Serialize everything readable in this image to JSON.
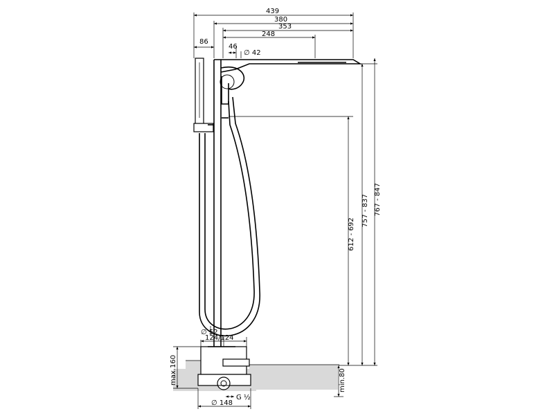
{
  "dimensions": {
    "d439": "439",
    "d380": "380",
    "d353": "353",
    "d248": "248",
    "d86": "86",
    "d46": "46",
    "d42": "∅ 42",
    "d52": "∅ 52",
    "d124": "124/124",
    "d148": "∅ 148",
    "dG": "G ½",
    "v612": "612 - 692",
    "v757": "757 - 837",
    "v767": "767 - 847",
    "vmax160": "max.160",
    "vmin80": "min.80"
  }
}
